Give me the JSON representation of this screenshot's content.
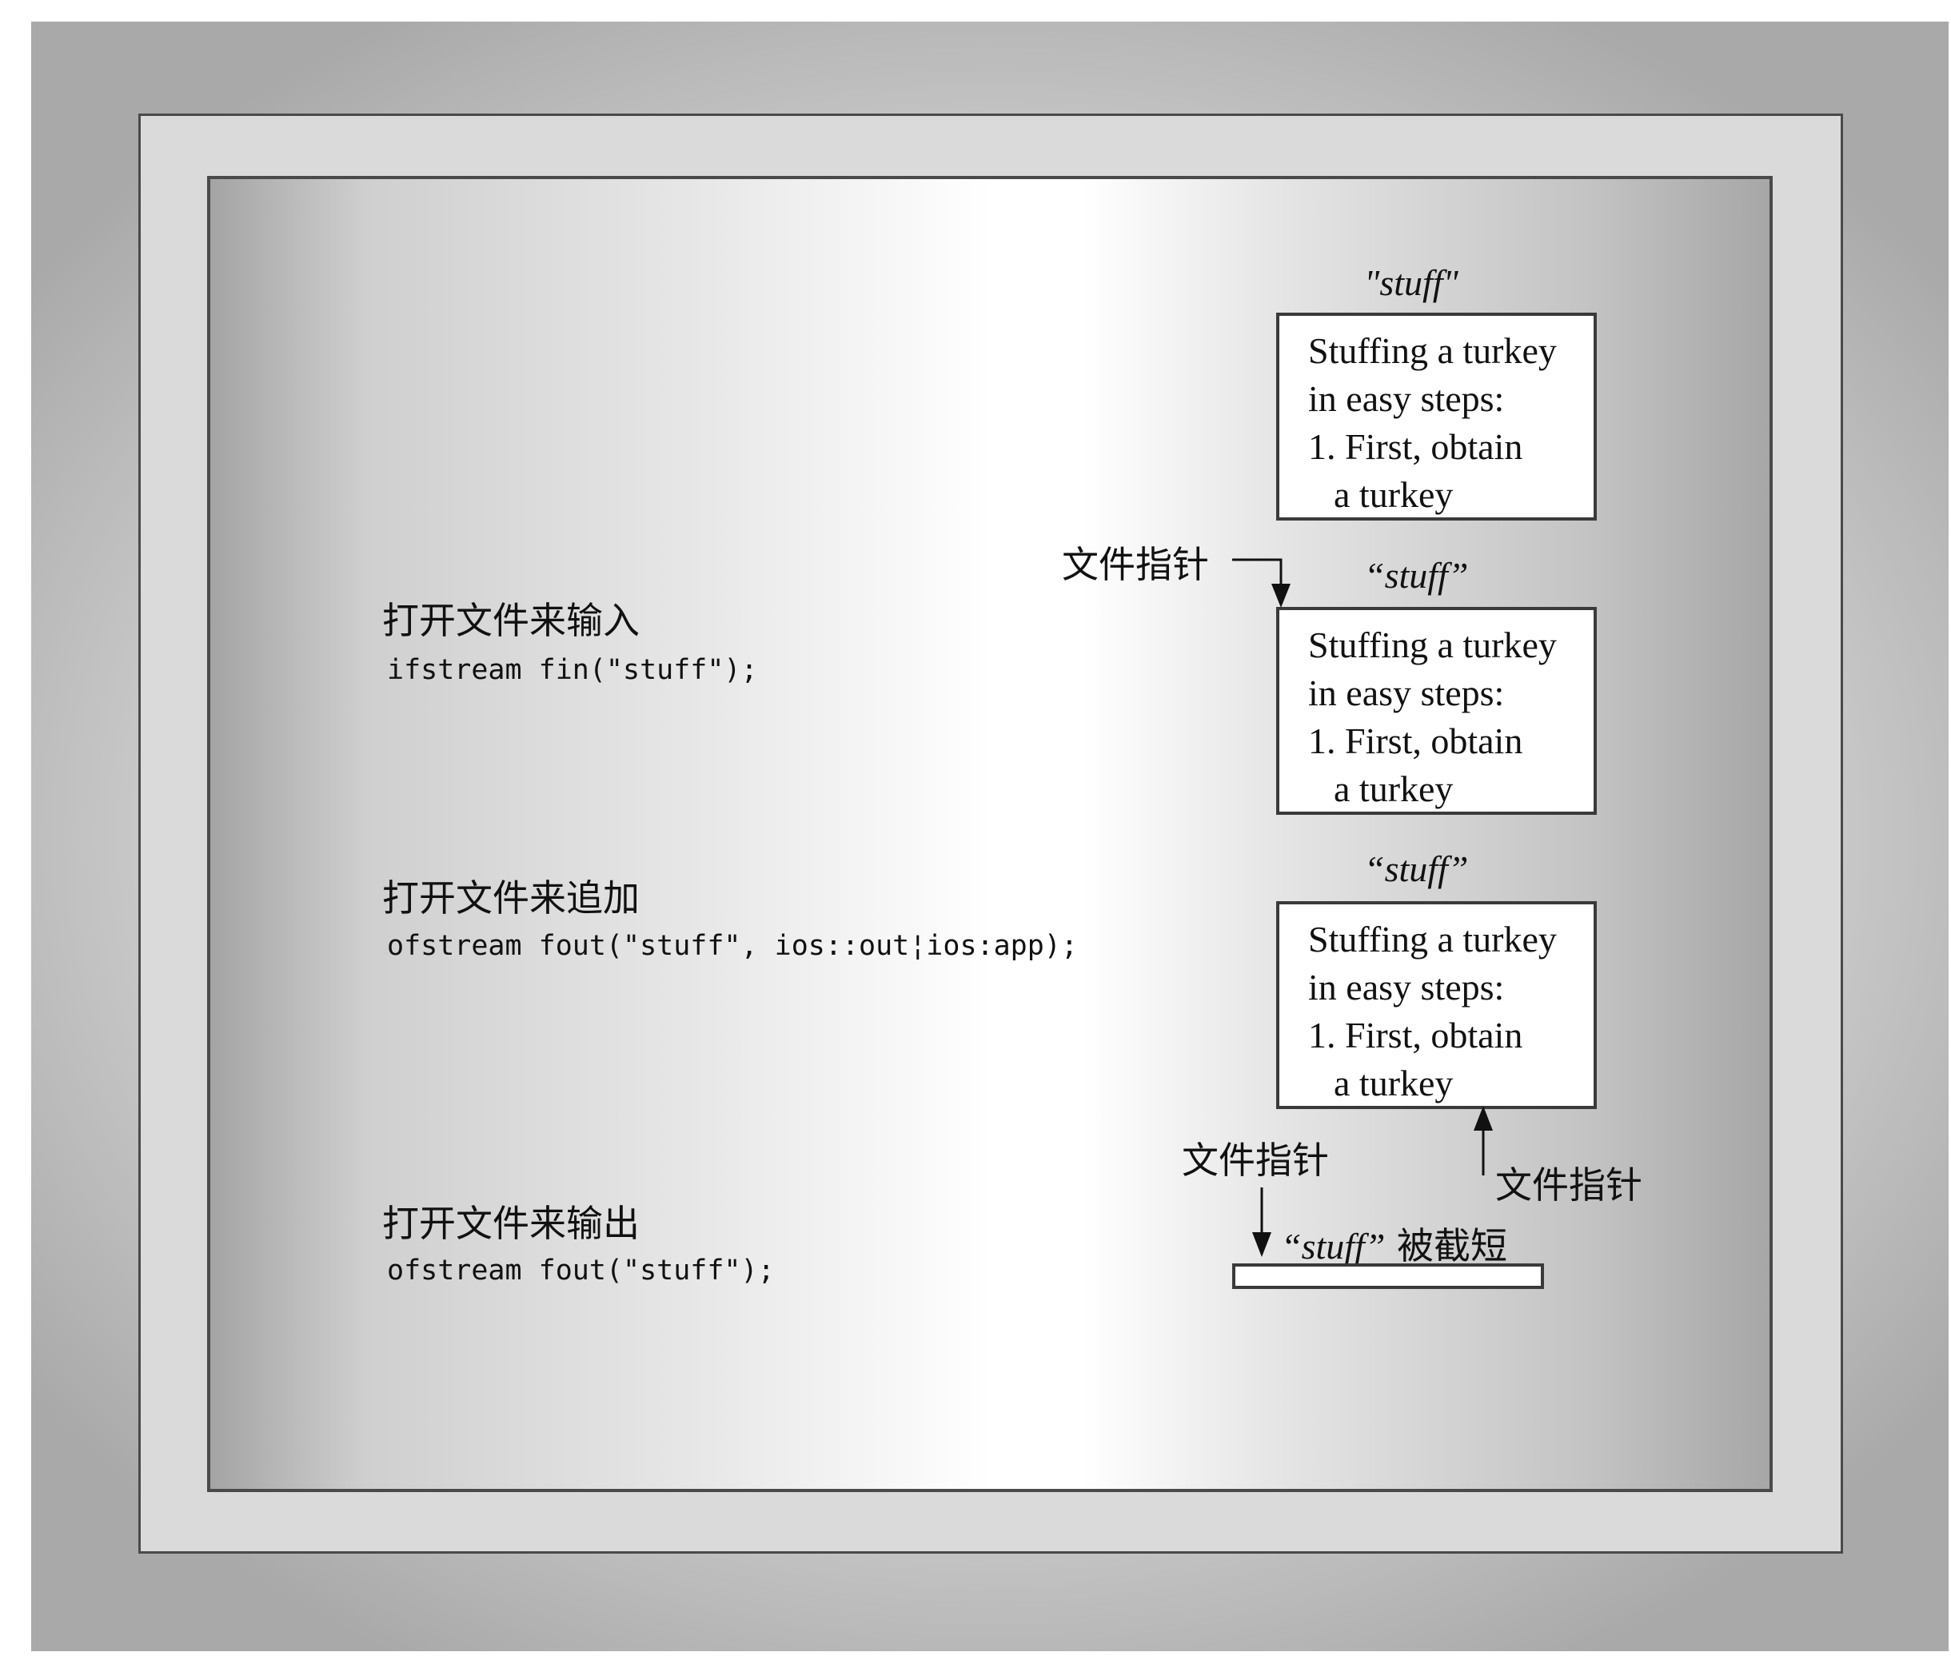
{
  "sections": [
    {
      "heading": "打开文件来输入",
      "code": "ifstream fin(\"stuff\");"
    },
    {
      "heading": "打开文件来追加",
      "code": "ofstream fout(\"stuff\", ios::out¦ios:app);"
    },
    {
      "heading": "打开文件来输出",
      "code": "ofstream fout(\"stuff\");"
    }
  ],
  "files": [
    {
      "name": "\"stuff\"",
      "lines": [
        "Stuffing a turkey",
        "in easy steps:",
        "1. First, obtain",
        "a turkey"
      ]
    },
    {
      "name": "“stuff”",
      "lines": [
        "Stuffing a turkey",
        "in easy steps:",
        "1. First, obtain",
        "a turkey"
      ]
    },
    {
      "name": "“stuff”",
      "lines": [
        "Stuffing a turkey",
        "in easy steps:",
        "1. First, obtain",
        "a turkey"
      ]
    }
  ],
  "pointer_labels": {
    "input": "文件指针",
    "append": "文件指针",
    "output": "文件指针"
  },
  "truncated": {
    "name": "“stuff”",
    "suffix": "被截短"
  }
}
